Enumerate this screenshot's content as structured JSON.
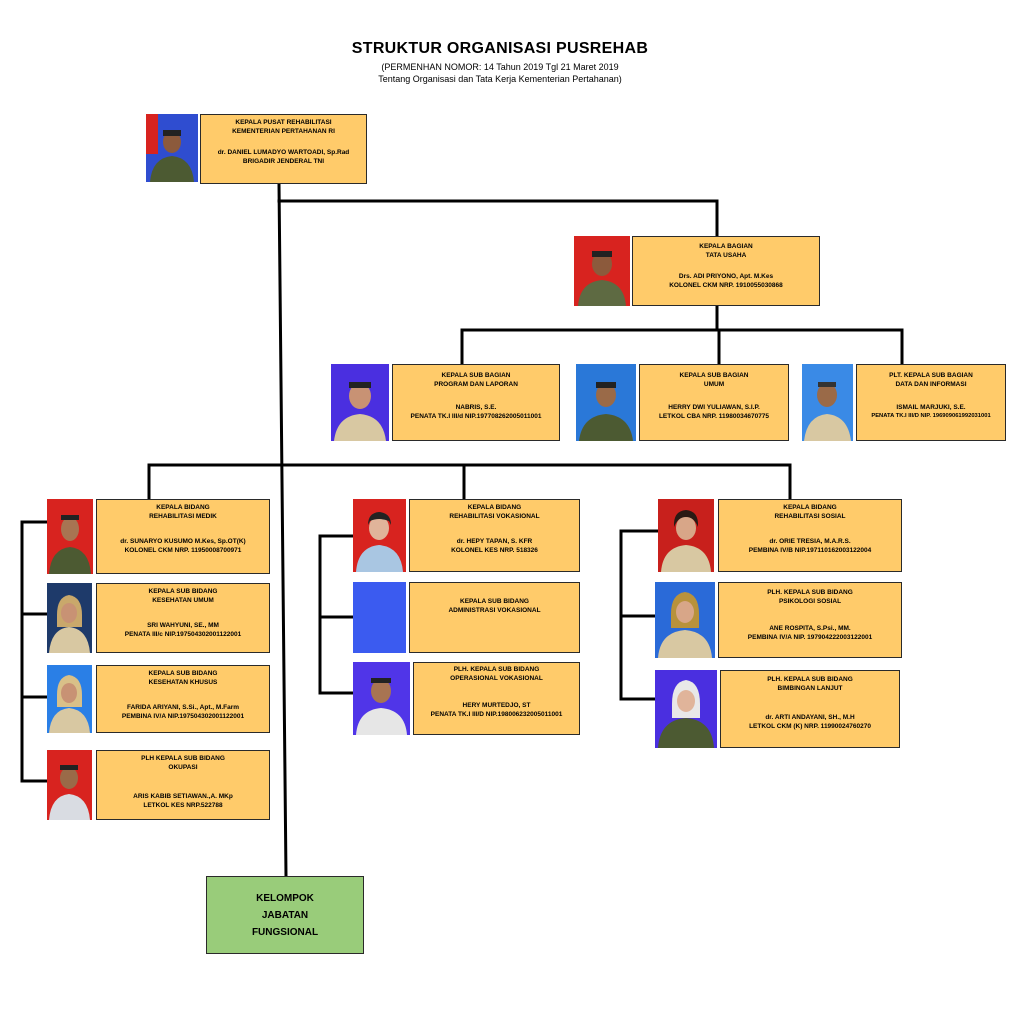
{
  "title": "STRUKTUR ORGANISASI PUSREHAB",
  "subtitle_1": "(PERMENHAN NOMOR: 14 Tahun 2019 Tgl 21 Maret 2019",
  "subtitle_2": "Tentang Organisasi dan Tata Kerja Kementerian Pertahanan)",
  "head": {
    "title_1": "KEPALA PUSAT REHABILITASI",
    "title_2": "KEMENTERIAN PERTAHANAN RI",
    "name": "dr. DANIEL LUMADYO WARTOADI, Sp.Rad",
    "rank": "BRIGADIR JENDERAL TNI"
  },
  "tu": {
    "title_1": "KEPALA BAGIAN",
    "title_2": "TATA USAHA",
    "name": "Drs. ADI PRIYONO, Apt. M.Kes",
    "rank": "KOLONEL CKM NRP. 1910055030868"
  },
  "sub_bagian": [
    {
      "title_1": "KEPALA SUB BAGIAN",
      "title_2": "PROGRAM DAN LAPORAN",
      "name": "NABRIS, S.E.",
      "rank": "PENATA TK.I III/d  NIP.197708262005011001"
    },
    {
      "title_1": "KEPALA SUB BAGIAN",
      "title_2": "UMUM",
      "name": "HERRY DWI YULIAWAN, S.I.P.",
      "rank": "LETKOL CBA NRP. 11980034670775"
    },
    {
      "title_1": "PLT. KEPALA SUB BAGIAN",
      "title_2": "DATA DAN INFORMASI",
      "name": "ISMAIL MARJUKI, S.E.",
      "rank": "PENATA TK.I III/D NIP. 196909061992031001"
    }
  ],
  "medik": [
    {
      "title_1": "KEPALA BIDANG",
      "title_2": "REHABILITASI MEDIK",
      "name": "dr. SUNARYO KUSUMO M.Kes, Sp.OT(K)",
      "rank": "KOLONEL CKM NRP. 11950008700971"
    },
    {
      "title_1": "KEPALA SUB BIDANG",
      "title_2": "KESEHATAN UMUM",
      "name": "SRI WAHYUNI, SE., MM",
      "rank": "PENATA III/c  NIP.197504302001122001"
    },
    {
      "title_1": "KEPALA SUB BIDANG",
      "title_2": "KESEHATAN KHUSUS",
      "name": "FARIDA ARIYANI, S.Si., Apt., M.Farm",
      "rank": "PEMBINA IV/A  NIP.197504302001122001"
    },
    {
      "title_1": "PLH KEPALA SUB BIDANG",
      "title_2": "OKUPASI",
      "name": "ARIS KABIB SETIAWAN.,A. MKp",
      "rank": "LETKOL KES NRP.522788"
    }
  ],
  "vokasional": [
    {
      "title_1": "KEPALA BIDANG",
      "title_2": "REHABILITASI VOKASIONAL",
      "name": "dr. HEPY TAPAN, S. KFR",
      "rank": "KOLONEL KES  NRP.  518326"
    },
    {
      "title_1": "KEPALA SUB BIDANG",
      "title_2": "ADMINISTRASI VOKASIONAL",
      "name": "",
      "rank": ""
    },
    {
      "title_1": "PLH. KEPALA SUB BIDANG",
      "title_2": "OPERASIONAL VOKASIONAL",
      "name": "HERY MURTEDJO, ST",
      "rank": "PENATA TK.I III/D  NIP.198006232005011001"
    }
  ],
  "sosial": [
    {
      "title_1": "KEPALA BIDANG",
      "title_2": "REHABILITASI SOSIAL",
      "name": "dr. ORIE TRESIA, M.A.R.S.",
      "rank": "PEMBINA IV/B  NIP.197110162003122004"
    },
    {
      "title_1": "PLH. KEPALA SUB BIDANG",
      "title_2": "PSIKOLOGI SOSIAL",
      "name": "ANE ROSPITA, S.Psi., MM.",
      "rank": "PEMBINA IV/A  NIP. 197904222003122001"
    },
    {
      "title_1": "PLH. KEPALA SUB BIDANG",
      "title_2": "BIMBINGAN LANJUT",
      "name": "dr. ARTI ANDAYANI, SH., M.H",
      "rank": "LETKOL CKM (K) NRP. 11990024760270"
    }
  ],
  "fungsional": {
    "line_1": "KELOMPOK",
    "line_2": "JABATAN",
    "line_3": "FUNGSIONAL"
  },
  "colors": {
    "box_fill": "#FFCB6A",
    "fungsional_fill": "#99CC7A",
    "photo_bg_red": "#D8231F",
    "photo_bg_blue": "#3B5BD9",
    "photo_bg_light": "#E8E8E8",
    "uniform_green": "#4C5A32",
    "uniform_khaki": "#D8C8A2",
    "uniform_blue": "#A9C6E2"
  }
}
